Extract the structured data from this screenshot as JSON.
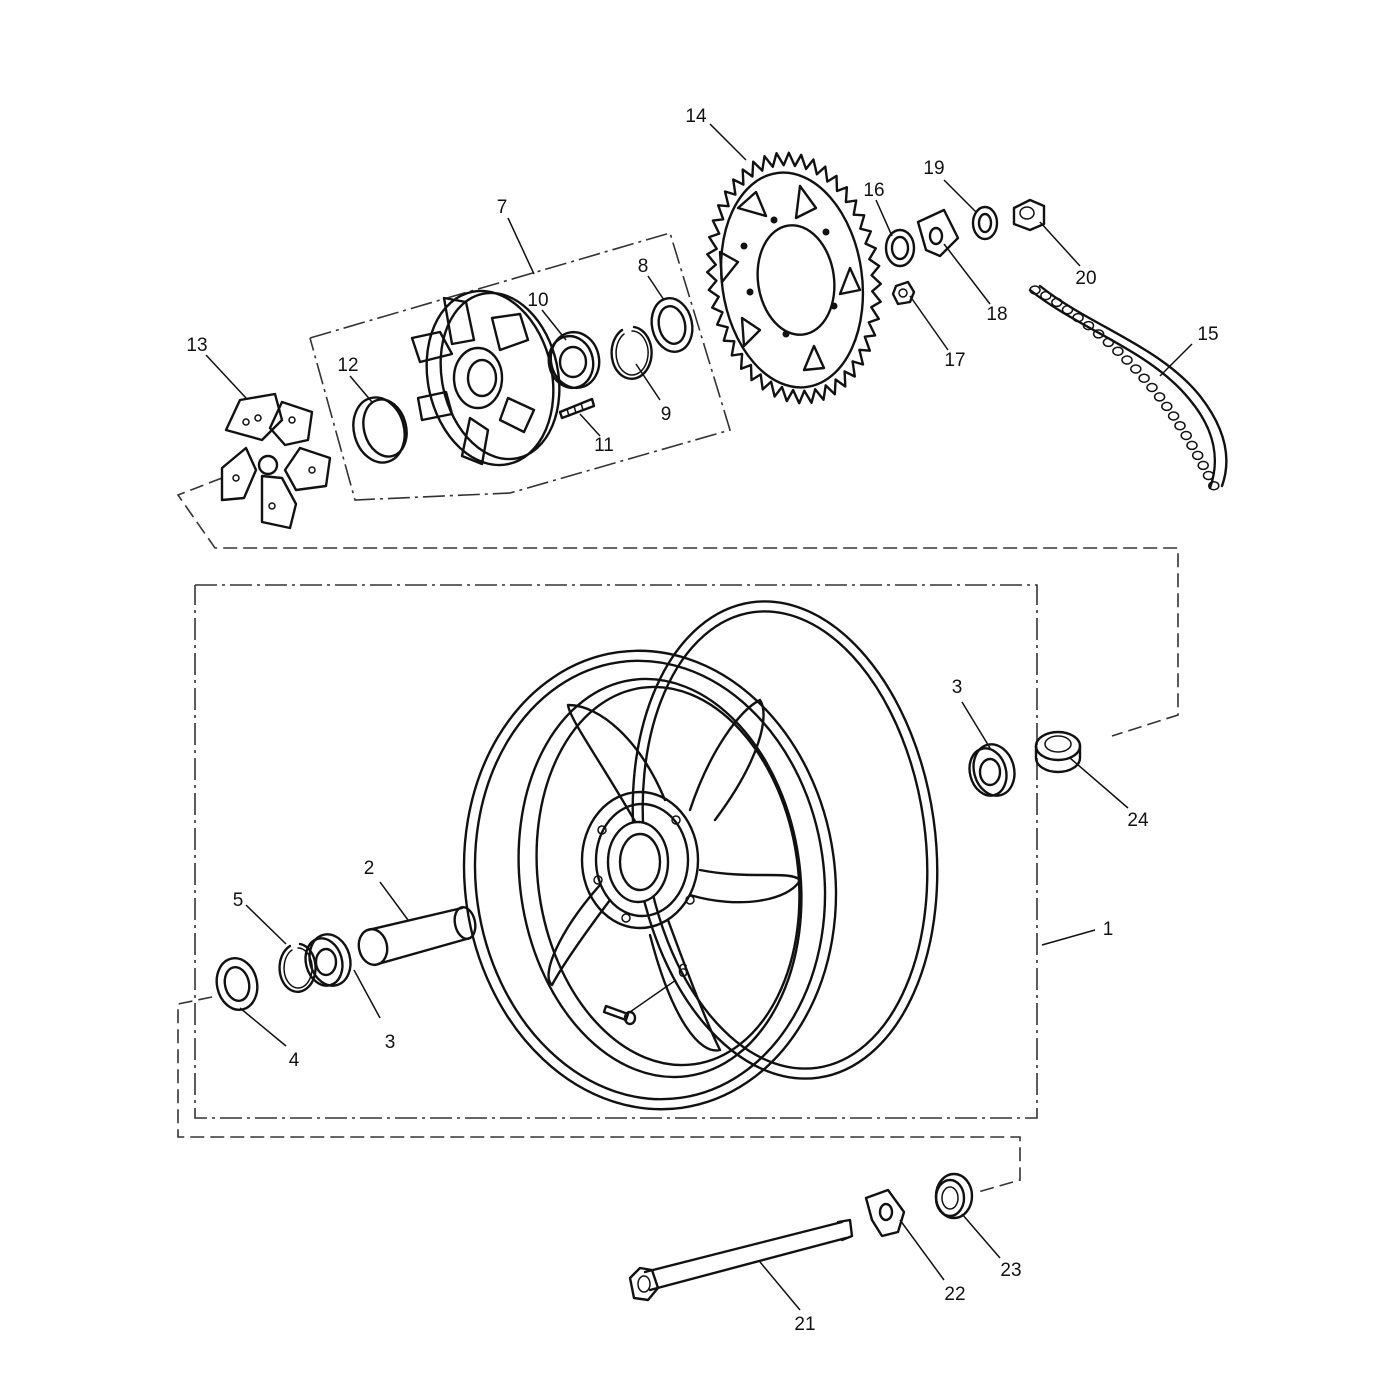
{
  "callouts": [
    {
      "id": "c1",
      "text": "1"
    },
    {
      "id": "c2",
      "text": "2"
    },
    {
      "id": "c3a",
      "text": "3"
    },
    {
      "id": "c3b",
      "text": "3"
    },
    {
      "id": "c4",
      "text": "4"
    },
    {
      "id": "c5",
      "text": "5"
    },
    {
      "id": "c6",
      "text": "6"
    },
    {
      "id": "c7",
      "text": "7"
    },
    {
      "id": "c8",
      "text": "8"
    },
    {
      "id": "c9",
      "text": "9"
    },
    {
      "id": "c10",
      "text": "10"
    },
    {
      "id": "c11",
      "text": "11"
    },
    {
      "id": "c12",
      "text": "12"
    },
    {
      "id": "c13",
      "text": "13"
    },
    {
      "id": "c14",
      "text": "14"
    },
    {
      "id": "c15",
      "text": "15"
    },
    {
      "id": "c16",
      "text": "16"
    },
    {
      "id": "c17",
      "text": "17"
    },
    {
      "id": "c18",
      "text": "18"
    },
    {
      "id": "c19",
      "text": "19"
    },
    {
      "id": "c20",
      "text": "20"
    },
    {
      "id": "c21",
      "text": "21"
    },
    {
      "id": "c22",
      "text": "22"
    },
    {
      "id": "c23",
      "text": "23"
    },
    {
      "id": "c24",
      "text": "24"
    }
  ]
}
